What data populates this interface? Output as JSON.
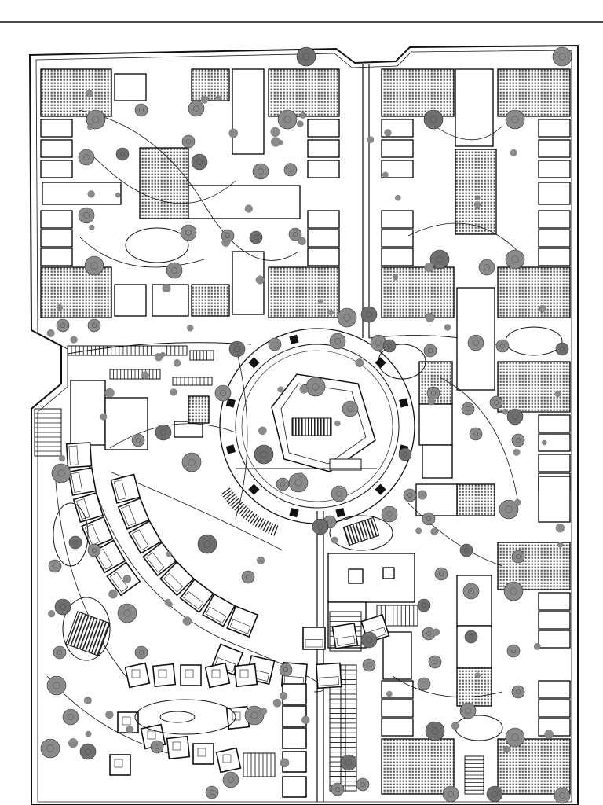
{
  "diagram": {
    "type": "site-plan",
    "colors": {
      "ink": "#111111",
      "tree": "#8a8a8a",
      "tree_dark": "#6e6e6e",
      "paper": "#ffffff",
      "hatch": "#444444"
    },
    "icons": [
      "tree-icon",
      "building-block",
      "parking-stall"
    ]
  }
}
